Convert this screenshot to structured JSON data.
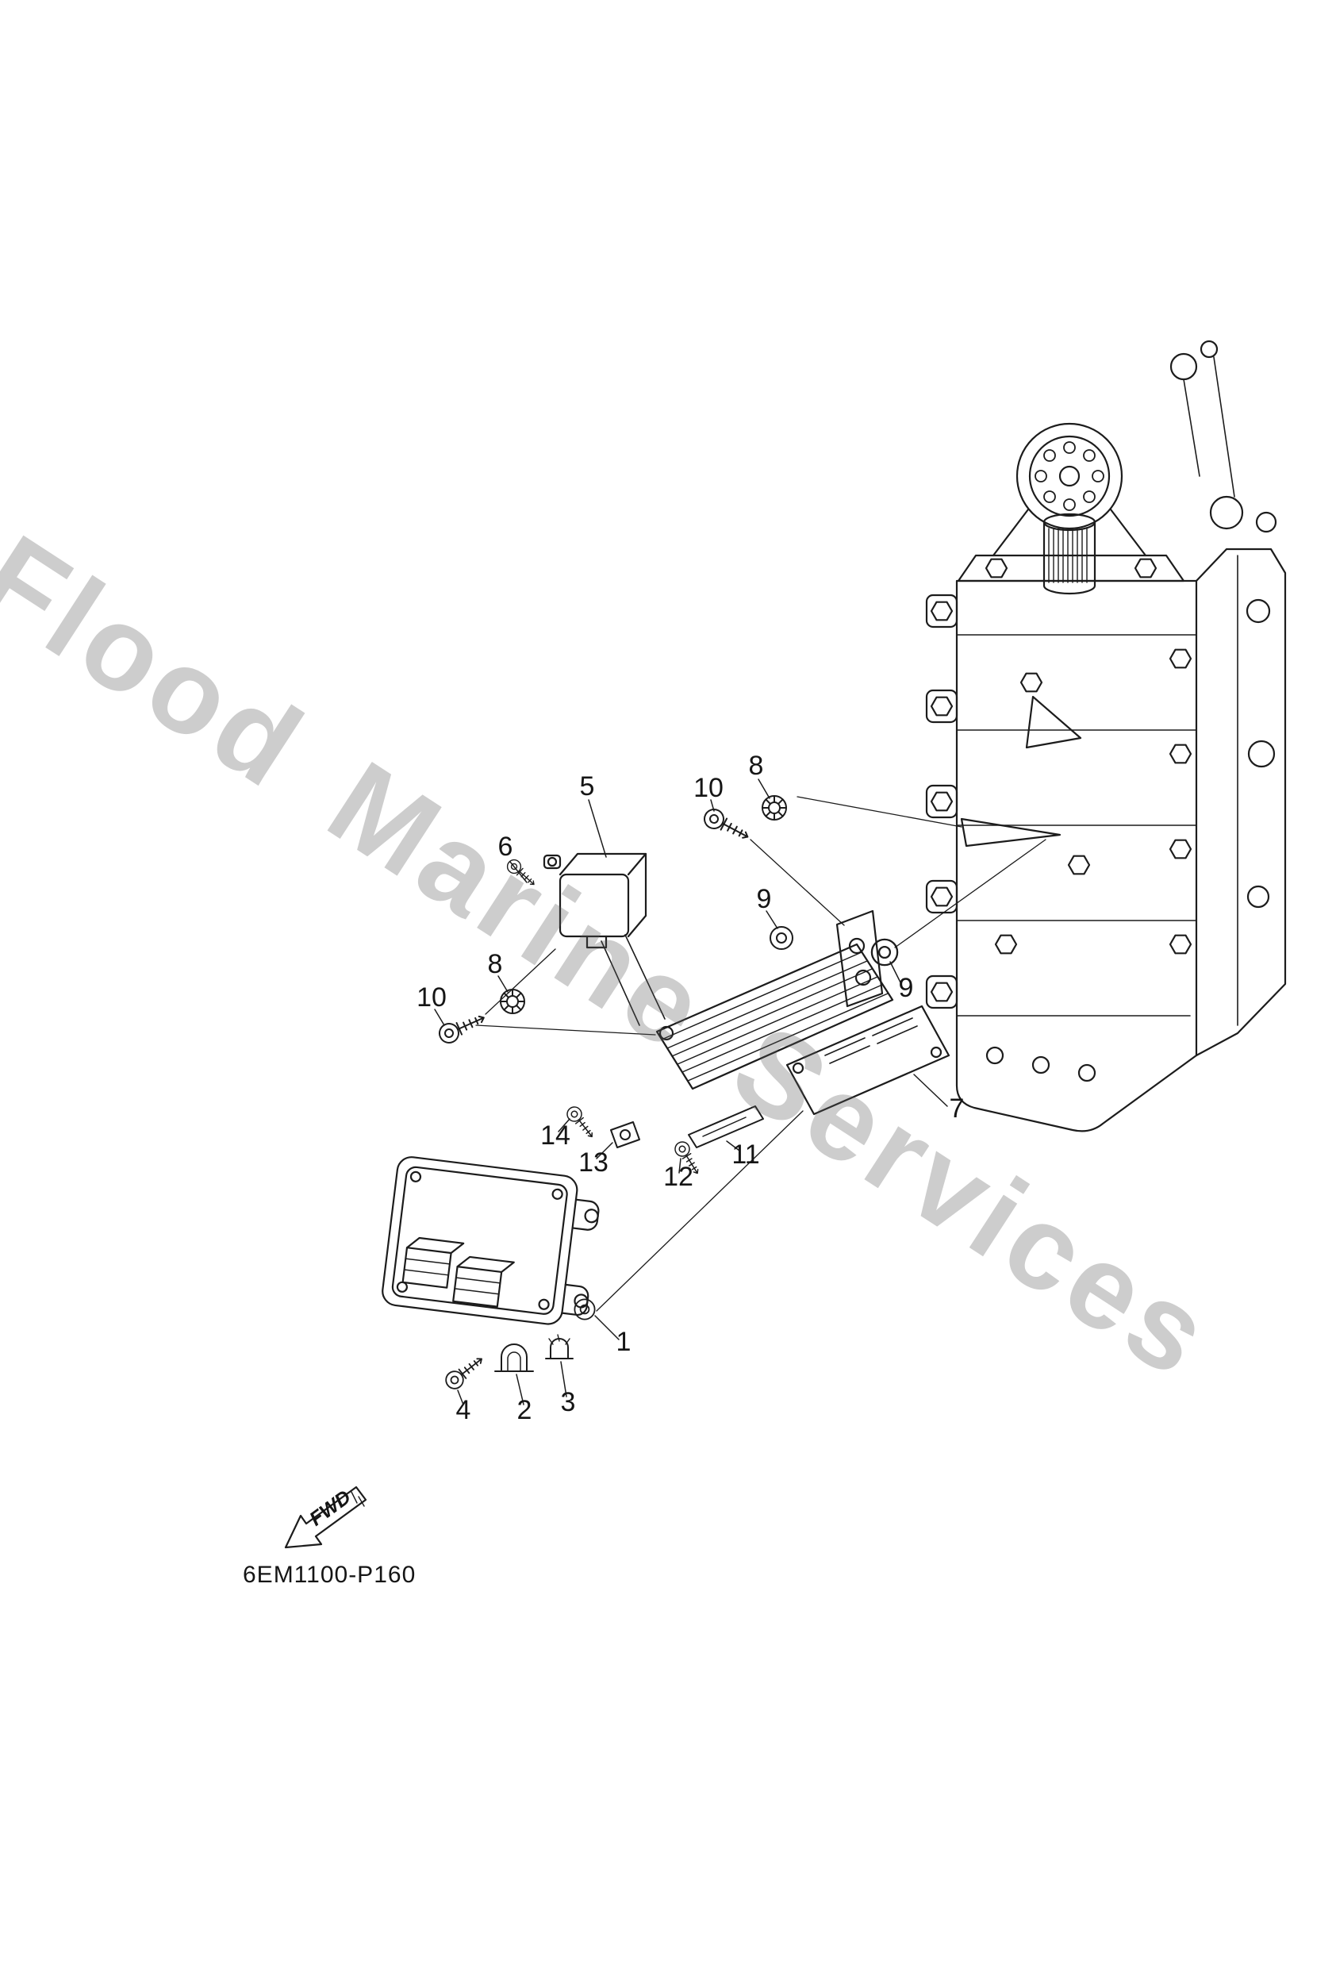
{
  "watermark": {
    "text": "Flood Marine Services"
  },
  "footer": {
    "drawing_code": "6EM1100-P160"
  },
  "fwd_arrow": {
    "label": "FWD"
  },
  "colors": {
    "line": "#1c1c1c",
    "watermark_gray": "rgba(90,90,90,0.30)",
    "background": "#ffffff"
  },
  "callouts": [
    {
      "label": "5"
    },
    {
      "label": "6"
    },
    {
      "label": "10"
    },
    {
      "label": "8"
    },
    {
      "label": "9"
    },
    {
      "label": "9"
    },
    {
      "label": "8"
    },
    {
      "label": "10"
    },
    {
      "label": "7"
    },
    {
      "label": "14"
    },
    {
      "label": "13"
    },
    {
      "label": "12"
    },
    {
      "label": "11"
    },
    {
      "label": "1"
    },
    {
      "label": "4"
    },
    {
      "label": "2"
    },
    {
      "label": "3"
    }
  ]
}
